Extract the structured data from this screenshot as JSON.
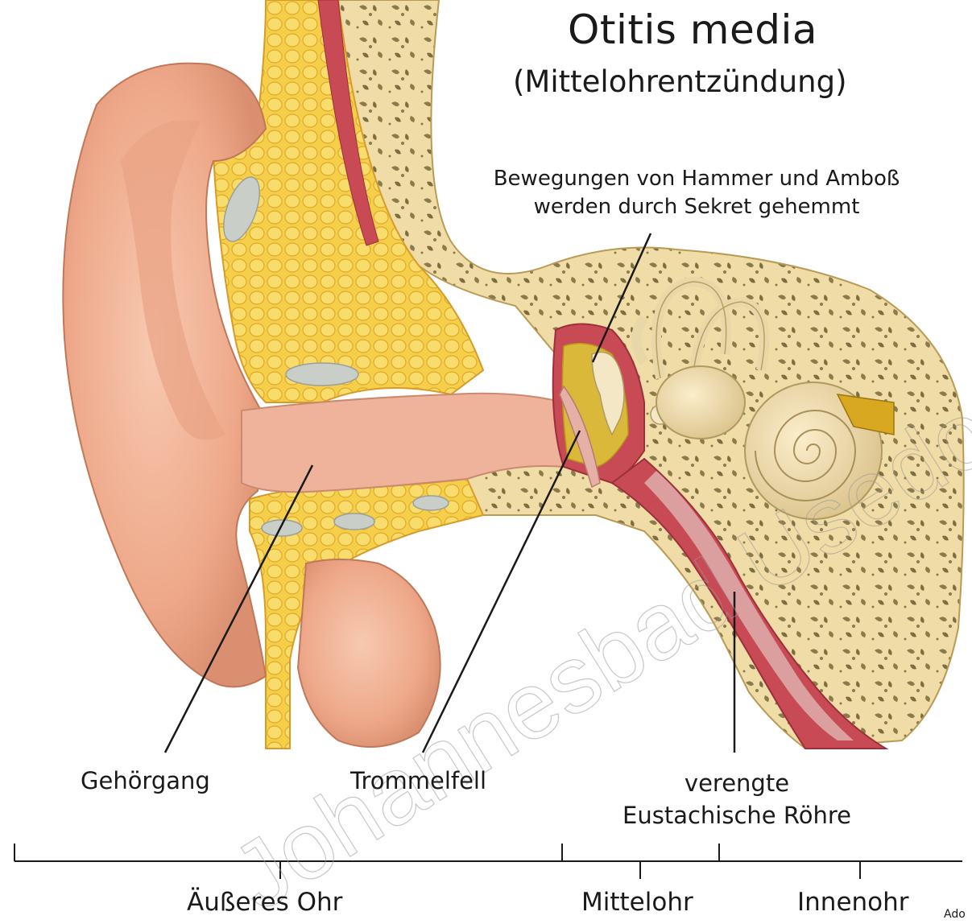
{
  "title": "Otitis media",
  "subtitle": "(Mittelohrentzündung)",
  "annotations": {
    "ossicles_line1": "Bewegungen von Hammer und Amboß",
    "ossicles_line2": "werden durch Sekret gehemmt"
  },
  "labels": {
    "ear_canal": "Gehörgang",
    "eardrum": "Trommelfell",
    "tube_line1": "verengte",
    "tube_line2": "Eustachische Röhre"
  },
  "regions": {
    "outer": "Äußeres Ohr",
    "middle": "Mittelohr",
    "inner": "Innenohr"
  },
  "watermark": "Johannesbad Usedom GmbH",
  "credit": "Ado",
  "colors": {
    "skin": "#f2b89a",
    "skin_shadow": "#d98f70",
    "bone": "#efdca6",
    "bone_pores": "#8a7b4d",
    "fat": "#f5cf4a",
    "fat_dark": "#e0a92a",
    "cartilage": "#c9cfc8",
    "tissue_red": "#c84a55",
    "secretion": "#d9b83a",
    "inner_ear": "#eedcaa"
  }
}
